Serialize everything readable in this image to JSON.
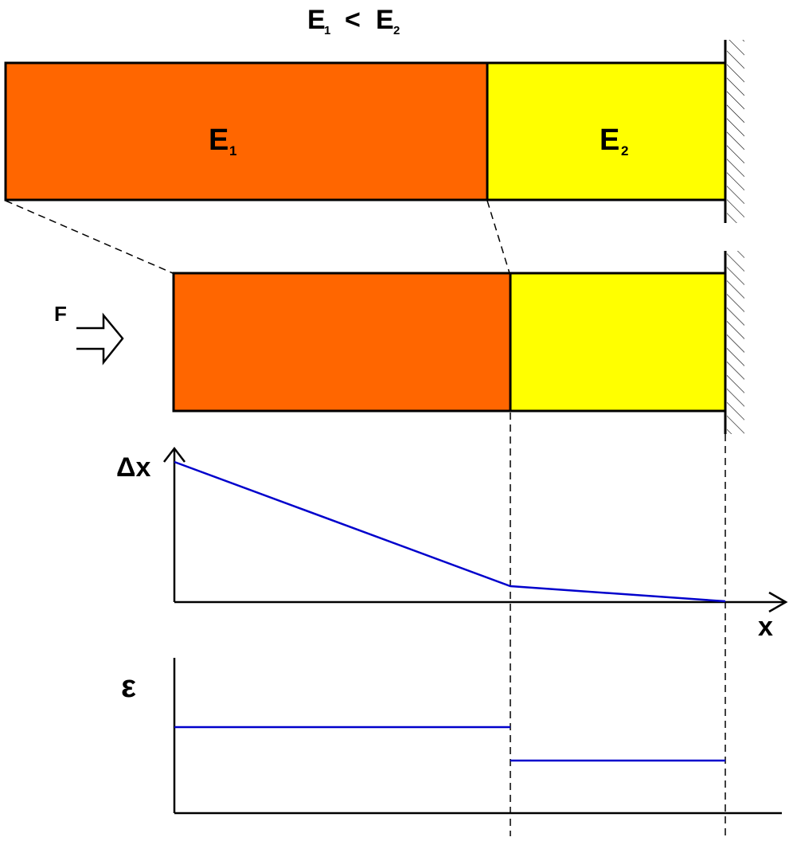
{
  "title": {
    "e_symbol": "E",
    "sub_1": "1",
    "relation": "<",
    "sub_2": "2"
  },
  "materials": {
    "left": {
      "symbol": "E",
      "subscript": "1",
      "color": "#FF6600"
    },
    "right": {
      "symbol": "E",
      "subscript": "2",
      "color": "#FFFF00"
    }
  },
  "force": {
    "label": "F"
  },
  "graphs": {
    "displacement": {
      "ylabel": "Δx",
      "xlabel": "x",
      "line_color": "#0000CC"
    },
    "strain": {
      "ylabel": "ε",
      "line_color": "#0000CC"
    }
  }
}
